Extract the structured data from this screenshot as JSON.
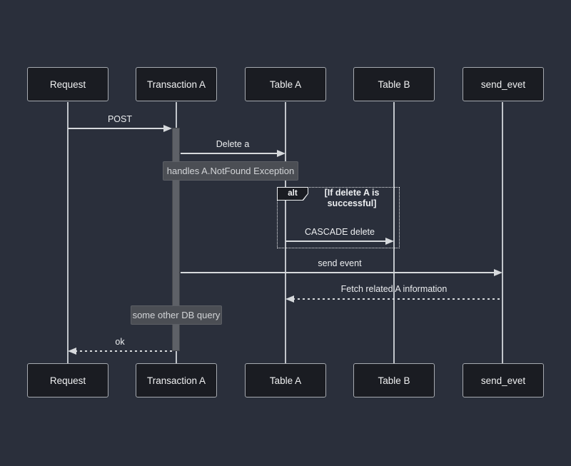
{
  "diagram_type": "sequence",
  "participants": [
    {
      "name": "Request"
    },
    {
      "name": "Transaction A"
    },
    {
      "name": "Table A"
    },
    {
      "name": "Table B"
    },
    {
      "name": "send_evet"
    }
  ],
  "messages": [
    {
      "label": "POST",
      "from": "Request",
      "to": "Transaction A",
      "style": "solid"
    },
    {
      "label": "Delete a",
      "from": "Transaction A",
      "to": "Table A",
      "style": "solid"
    },
    {
      "label": "CASCADE delete",
      "from": "Table A",
      "to": "Table B",
      "style": "solid"
    },
    {
      "label": "send event",
      "from": "Transaction A",
      "to": "send_evet",
      "style": "solid"
    },
    {
      "label": "Fetch related A information",
      "from": "send_evet",
      "to": "Table A",
      "style": "dashed"
    },
    {
      "label": "ok",
      "from": "Transaction A",
      "to": "Request",
      "style": "dashed"
    }
  ],
  "notes": [
    {
      "text": "handles A.NotFound Exception"
    },
    {
      "text": "some other DB query"
    }
  ],
  "alt_frame": {
    "label": "alt",
    "condition": "[If delete A is successful]"
  },
  "colors": {
    "background": "#2a2f3b",
    "actor_fill": "#1a1c22",
    "actor_border": "#a6aab0",
    "lifeline": "#c2c6cb",
    "arrow": "#d6d9dc",
    "activation_fill": "#5e6167",
    "note_fill": "#4b4e54",
    "note_text": "#d2d4d7",
    "frame_border": "#eceef0",
    "text": "#f0f1f2"
  }
}
